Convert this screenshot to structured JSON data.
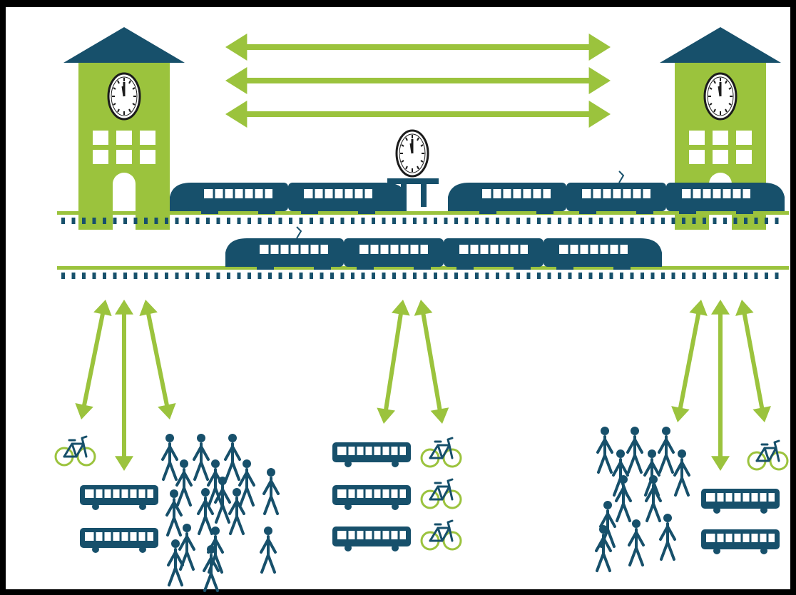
{
  "diagram": {
    "colors": {
      "frame": "#000000",
      "background": "#ffffff",
      "green": "#9bc33d",
      "navy": "#17506b",
      "clock_face": "#ffffff",
      "clock_hands": "#1c1c1c"
    },
    "stations": [
      {
        "name": "left-station",
        "icons": [
          "roof",
          "clock-icon",
          "window-grid",
          "arched-door"
        ]
      },
      {
        "name": "right-station",
        "icons": [
          "roof",
          "clock-icon",
          "window-grid",
          "arched-door"
        ]
      }
    ],
    "intercity_arrows": {
      "count": 3,
      "direction": "bidirectional"
    },
    "platform_clock": {
      "icon": "clock-icon"
    },
    "tracks": [
      "upper-track",
      "lower-track"
    ],
    "trains": [
      {
        "name": "upper-left-train",
        "track": "upper-track",
        "cars": 2
      },
      {
        "name": "upper-right-train",
        "track": "upper-track",
        "cars": 3
      },
      {
        "name": "lower-train",
        "track": "lower-track",
        "cars": 4
      }
    ],
    "hubs": [
      {
        "name": "left-hub",
        "arrows": 3,
        "bikes": 1,
        "buses": 2,
        "people": 16
      },
      {
        "name": "center-hub",
        "arrows": 2,
        "bikes": 3,
        "buses": 3,
        "people": 0
      },
      {
        "name": "right-hub",
        "arrows": 3,
        "bikes": 1,
        "buses": 2,
        "people": 12
      }
    ]
  }
}
